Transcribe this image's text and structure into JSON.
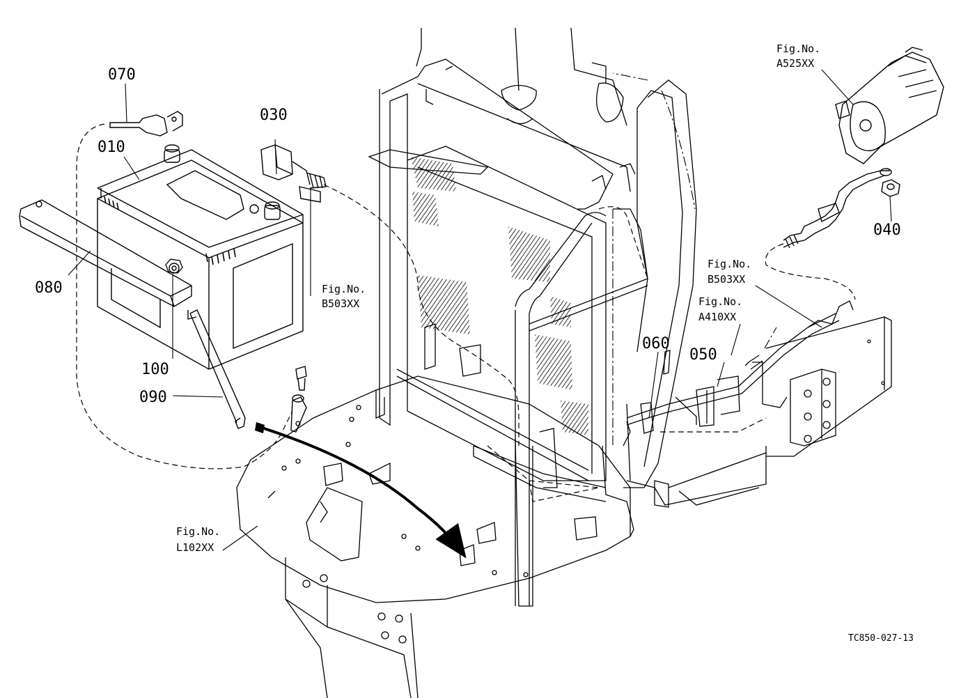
{
  "part_labels": {
    "p010": "010",
    "p030": "030",
    "p040": "040",
    "p050": "050",
    "p060": "060",
    "p070": "070",
    "p080": "080",
    "p090": "090",
    "p100": "100"
  },
  "figure_refs": {
    "a525": {
      "line1": "Fig.No.",
      "line2": "A525XX"
    },
    "b503_left": {
      "line1": "Fig.No.",
      "line2": "B503XX"
    },
    "b503_right": {
      "line1": "Fig.No.",
      "line2": "B503XX"
    },
    "a410": {
      "line1": "Fig.No.",
      "line2": "A410XX"
    },
    "l102": {
      "line1": "Fig.No.",
      "line2": "L102XX"
    }
  },
  "drawing_code": "TC850-027-13"
}
